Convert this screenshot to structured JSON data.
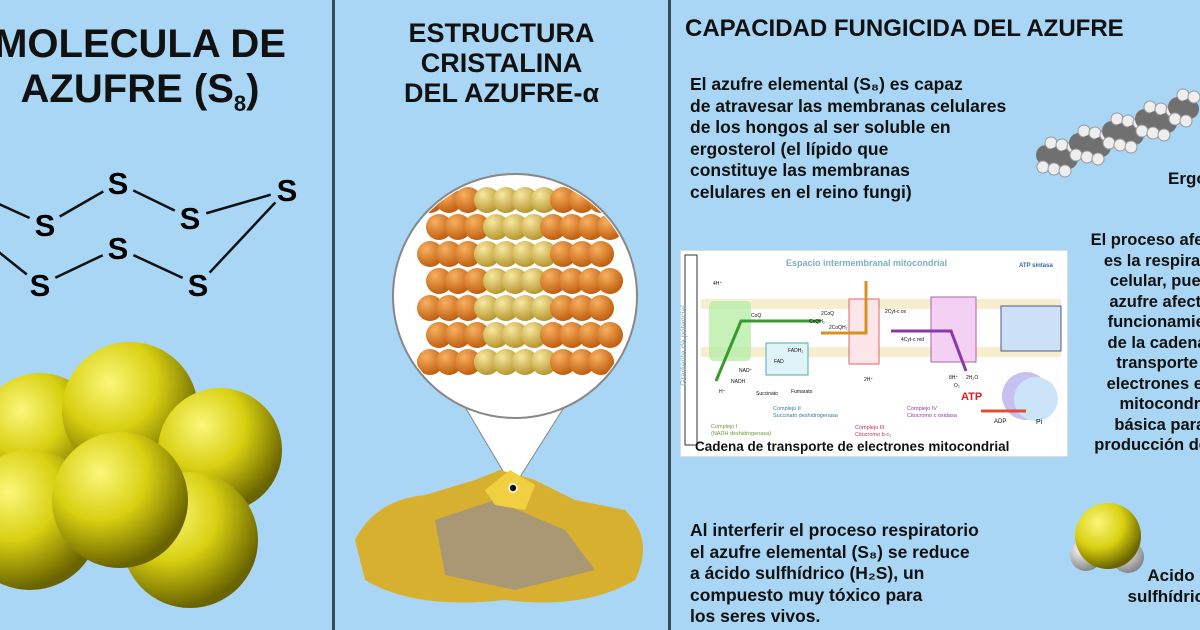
{
  "left_panel": {
    "title_line1": "MOLECULA DE",
    "title_line2": "AZUFRE (S",
    "title_sub": "8",
    "title_end": ")",
    "atom_label": "S"
  },
  "middle_panel": {
    "title_line1": "ESTRUCTURA",
    "title_line2": "CRISTALINA",
    "title_line3": "DEL AZUFRE-α"
  },
  "right_panel": {
    "title": "CAPACIDAD FUNGICIDA DEL AZUFRE",
    "para1": [
      "El azufre elemental (S₈) es capaz",
      "de atravesar las membranas celulares",
      "de los hongos al ser soluble en",
      "ergosterol (el lípido que",
      "constituye las membranas",
      "celulares en el reino fungi)"
    ],
    "ergosterol_label": "Ergosterol",
    "para2": [
      "El proceso afectado",
      "es la respiración",
      "celular, pues el",
      "azufre afecta el",
      "funcionamiento",
      "de la cadena de",
      "transporte de",
      "electrones en la",
      "mitocondria,",
      "básica para la",
      "producción de ATP"
    ],
    "para3": [
      "Al interferir el proceso respiratorio",
      "el azufre elemental (S₈) se reduce",
      "a ácido sulfhídrico (H₂S), un",
      "compuesto muy tóxico para",
      "los seres vivos."
    ],
    "h2s_label_line1": "Acido",
    "h2s_label_line2": "sulfhídrico",
    "diagram": {
      "caption": "Cadena de transporte de electrones mitocondrial",
      "space_label": "Espacio intermembranal mitocondrial",
      "gradient_label": "Gradiente de potencial",
      "atp_synthase": "ATP sintasa",
      "atp": "ATP",
      "adp": "ADP",
      "pi": "Pi",
      "labels": [
        "4H⁺",
        "CoQ",
        "CoQH₂",
        "NAD⁺",
        "NADH",
        "H⁺",
        "FAD",
        "FADH₂",
        "Succinato",
        "Fumarato",
        "2CoQ",
        "2CoQH₂",
        "2H⁺",
        "2Cyt-c ox",
        "4Cyt-c red",
        "8H⁺",
        "O₂",
        "2H₂O"
      ],
      "complex1": [
        "Complejo I",
        "(NADH deshidrogenasa)"
      ],
      "complex2": [
        "Complejo II",
        "Succinato deshidrogenasa"
      ],
      "complex3": [
        "Complejo III",
        "Citocromo b-c₁"
      ],
      "complex4": [
        "Complejo IV",
        "Citocromo c oxidasa"
      ]
    }
  },
  "colors": {
    "background": "#a8d6f4",
    "divider": "#3a4a55",
    "sulfur": "#e8e030",
    "crystal_orange": "#e8902a",
    "crystal_yellow": "#e8d070"
  }
}
